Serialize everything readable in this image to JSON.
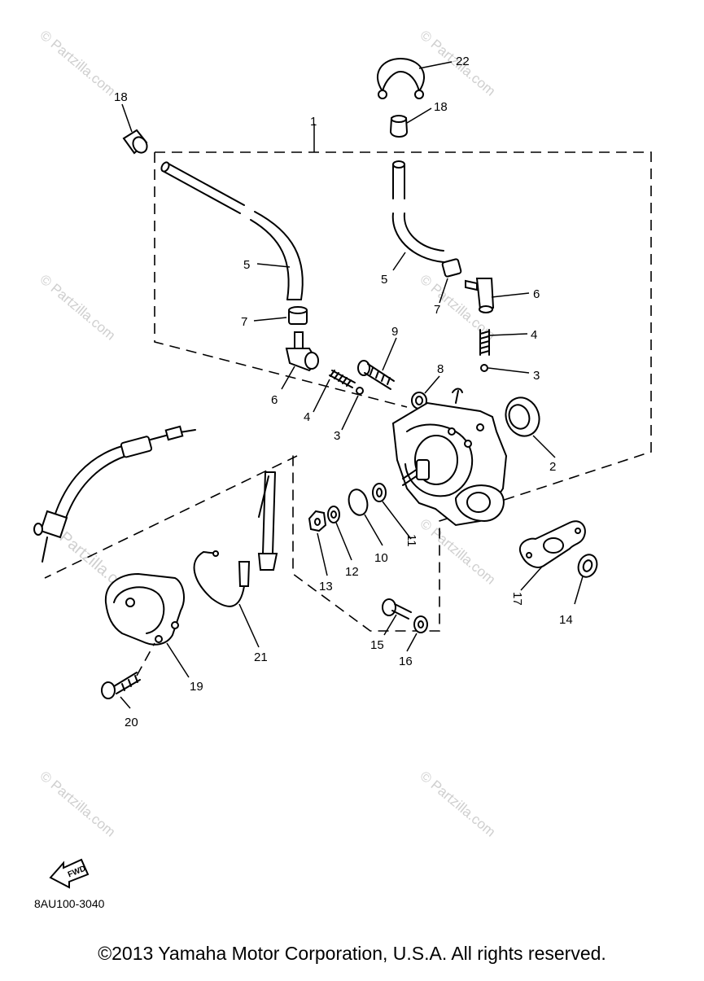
{
  "watermark": "© Partzilla.com",
  "watermark_large": "Partzilla.com",
  "fwd_label": "FWD",
  "part_code": "8AU100-3040",
  "copyright": "©2013  Yamaha Motor Corporation, U.S.A. All rights reserved.",
  "callouts": {
    "c1": "1",
    "c2": "2",
    "c3a": "3",
    "c3b": "3",
    "c4a": "4",
    "c4b": "4",
    "c5a": "5",
    "c5b": "5",
    "c6a": "6",
    "c6b": "6",
    "c7a": "7",
    "c7b": "7",
    "c8": "8",
    "c9": "9",
    "c10": "10",
    "c11": "11",
    "c12": "12",
    "c13": "13",
    "c14": "14",
    "c15": "15",
    "c16": "16",
    "c17": "17",
    "c18a": "18",
    "c18b": "18",
    "c19": "19",
    "c20": "20",
    "c21": "21",
    "c22": "22"
  }
}
